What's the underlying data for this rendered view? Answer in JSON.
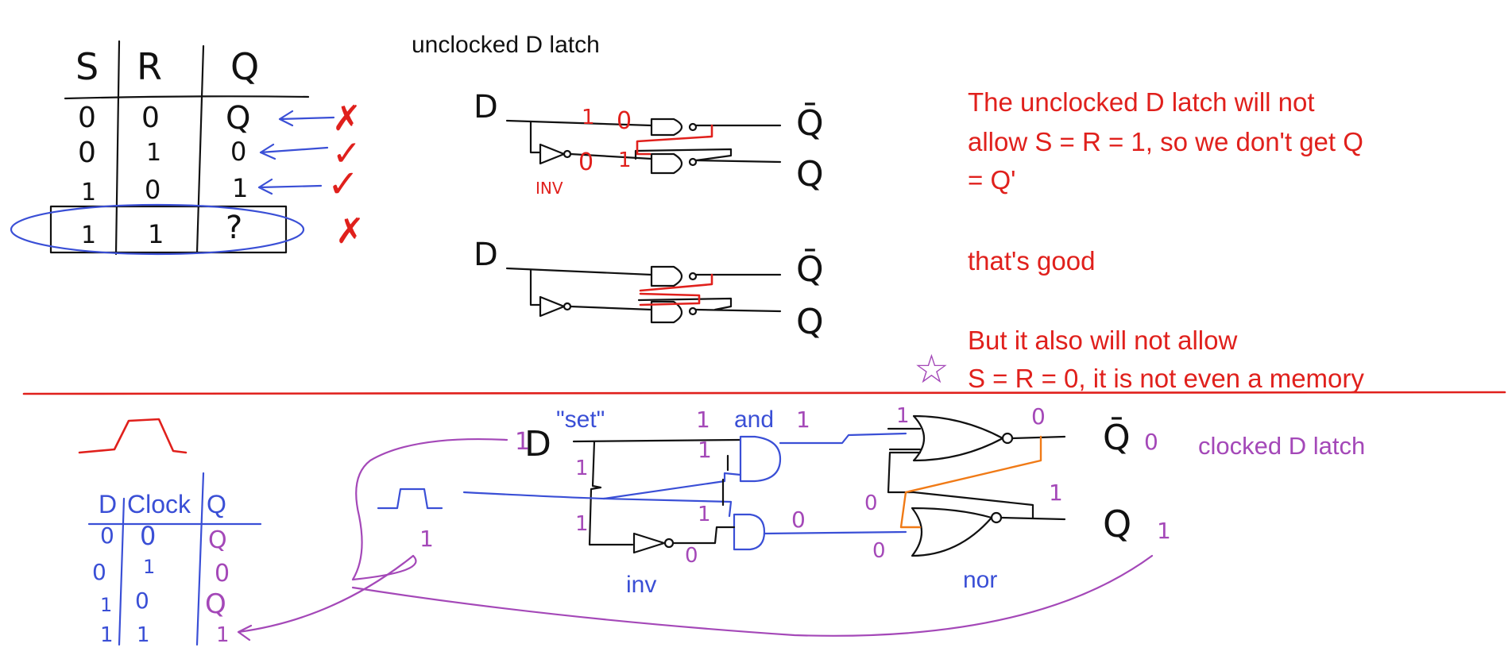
{
  "colors": {
    "ink": "#111111",
    "blue": "#3a4fd6",
    "red": "#e0201c",
    "purple": "#a448b8",
    "orange": "#f07a16"
  },
  "sr_table": {
    "headers": [
      "S",
      "R",
      "Q"
    ],
    "rows": [
      [
        "0",
        "0",
        "Q"
      ],
      [
        "0",
        "1",
        "0"
      ],
      [
        "1",
        "0",
        "1"
      ],
      [
        "1",
        "1",
        "?"
      ]
    ],
    "marks": [
      "✗",
      "✓",
      "✓",
      "✗"
    ]
  },
  "unclocked": {
    "title": "unclocked D latch",
    "d_label": "D",
    "qbar_label": "Q̄",
    "q_label": "Q",
    "wire_vals": [
      "1",
      "0",
      "0",
      "1"
    ],
    "inv_note": "INV"
  },
  "notes": {
    "para1": [
      "The unclocked D latch will not",
      "allow S = R = 1, so we don't get Q",
      "= Q'"
    ],
    "para2": "that's good",
    "para3": [
      "But it also will not allow",
      "S = R = 0, it is not even a memory"
    ],
    "star": "☆"
  },
  "clocked": {
    "title": "clocked D latch",
    "set_label": "\"set\"",
    "and_label": "and",
    "inv_label": "inv",
    "nor_label": "nor",
    "d_label": "D",
    "qbar_label": "Q̄",
    "q_label": "Q",
    "values": {
      "d_in": "1",
      "set_wire": "1",
      "set_low": "1",
      "and_top_in": "1",
      "and_top_in2": "1",
      "and_bot_in": "1",
      "and_top_out": "1",
      "nor_top_in": "1",
      "nor_top_out": "0",
      "qbar_val": "0",
      "inv_out": "0",
      "and_bot_out": "0",
      "nor_bot_in_a": "0",
      "nor_bot_in_b": "0",
      "nor_bot_out": "1",
      "q_val": "1",
      "clock_low": "1"
    }
  },
  "clock_table": {
    "headers": [
      "D",
      "Clock",
      "Q"
    ],
    "rows": [
      [
        "0",
        "0",
        "Q"
      ],
      [
        "0",
        "1",
        "0"
      ],
      [
        "1",
        "0",
        "Q"
      ],
      [
        "1",
        "1",
        "1"
      ]
    ]
  }
}
